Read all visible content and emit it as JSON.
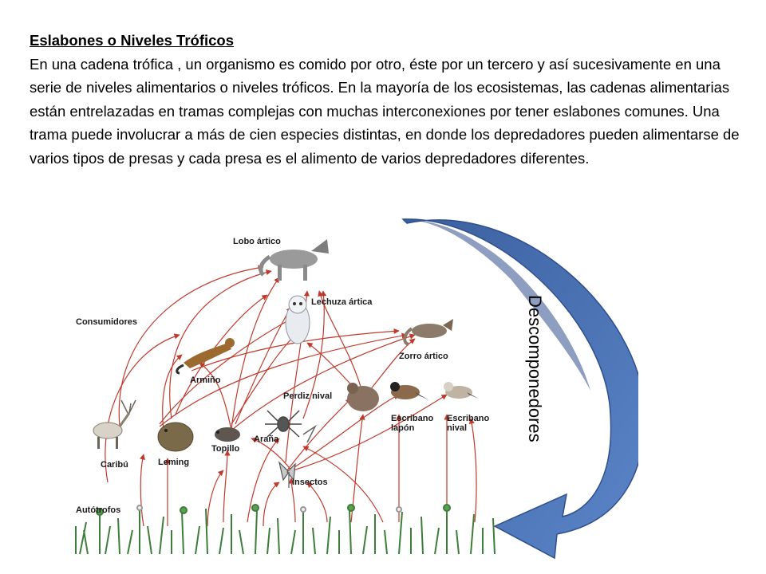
{
  "heading": "Eslabones o Niveles Tróficos",
  "paragraph": "En una cadena trófica , un organismo es comido por otro, éste por un tercero y así sucesivamente en una serie de niveles alimentarios o niveles tróficos. En la mayoría de los ecosistemas, las cadenas alimentarias están entrelazadas en tramas complejas con muchas interconexiones por tener eslabones comunes. Una trama puede involucrar a más de cien especies distintas, en donde los depredadores pueden alimentarse de varios tipos de presas y cada presa es el alimento de varios depredadores diferentes.",
  "diagram": {
    "levels": {
      "consumers": "Consumidores",
      "autotrophs": "Autótrofos"
    },
    "organisms": {
      "wolf": "Lobo ártico",
      "owl": "Lechuza ártica",
      "fox": "Zorro ártico",
      "stoat": "Armiño",
      "ptarmigan": "Perdiz nival",
      "bunting_lapland": "Escribano lapón",
      "bunting_snow": "Escribano nival",
      "caribou": "Caribú",
      "lemming": "Leming",
      "vole": "Topillo",
      "spider": "Araña",
      "insects": "Insectos"
    },
    "decomposers": "Descomponedores",
    "colors": {
      "arrow": "#c0392b",
      "decomposer_arrow": "#4a74b8",
      "decomposer_arrow_dark": "#2f4f8c",
      "plants": "#3f7d3a"
    }
  }
}
